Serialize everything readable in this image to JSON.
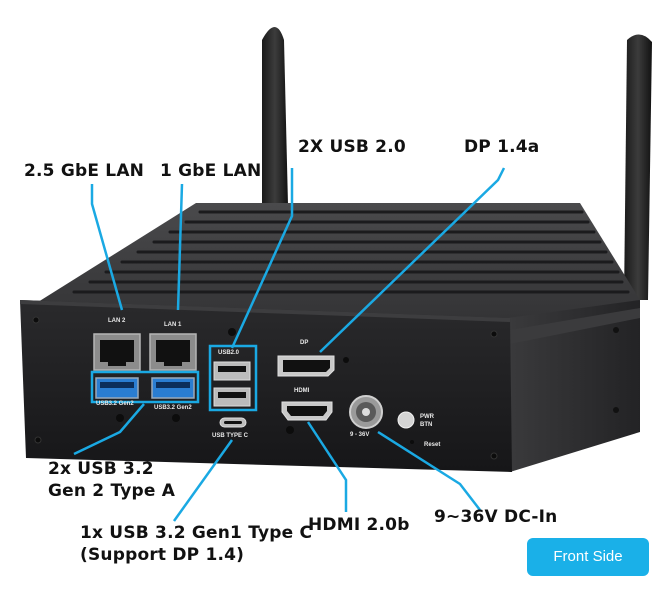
{
  "callouts": {
    "lan2": "2.5 GbE LAN",
    "lan1": "1 GbE LAN",
    "usb20": "2X USB 2.0",
    "dp": "DP 1.4a",
    "usb32_line1": "2x USB 3.2",
    "usb32_line2": "Gen 2 Type A",
    "usbc_line1": "1x USB 3.2 Gen1 Type C",
    "usbc_line2": "(Support DP 1.4)",
    "hdmi": "HDMI 2.0b",
    "dcin": "9~36V DC-In"
  },
  "port_labels": {
    "lan2": "LAN 2",
    "lan1": "LAN 1",
    "usb20": "USB2.0",
    "dp": "DP",
    "hdmi": "HDMI",
    "usb32a": "USB3.2 Gen2",
    "usb32b": "USB3.2 Gen2",
    "usbc": "USB TYPE C",
    "pwr_line1": "PWR",
    "pwr_line2": "BTN",
    "dc_rating": "9 - 36V",
    "reset": "Reset"
  },
  "badge": {
    "label": "Front Side"
  },
  "colors": {
    "accent": "#1ab0e8",
    "chassis": "#2b2b2d",
    "front": "#1e1e20"
  }
}
